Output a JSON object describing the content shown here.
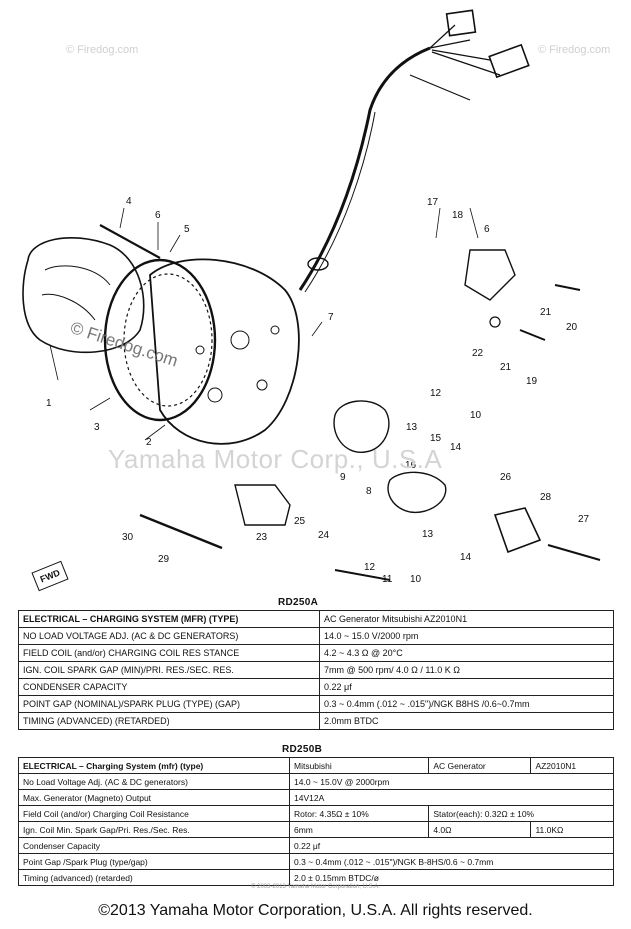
{
  "watermarks": {
    "site": "© Firedog.com",
    "corner_site": "© Firedog.com",
    "center": "Yamaha Motor Corp., U.S.A",
    "diagonal_site": "© Firedog.com"
  },
  "callouts": [
    "1",
    "2",
    "3",
    "4",
    "5",
    "6",
    "7",
    "8",
    "9",
    "10",
    "11",
    "12",
    "13",
    "14",
    "15",
    "16",
    "17",
    "18",
    "19",
    "20",
    "21",
    "22",
    "23",
    "24",
    "25",
    "26",
    "27",
    "28",
    "29",
    "30"
  ],
  "callout_labels": {
    "c4": "4",
    "c6": "6",
    "c5": "5",
    "c17": "17",
    "c18": "18",
    "c6b": "6",
    "c7": "7",
    "c21a": "21",
    "c20": "20",
    "c22": "22",
    "c21b": "21",
    "c19": "19",
    "c1": "1",
    "c3": "3",
    "c2": "2",
    "c12a": "12",
    "c10a": "10",
    "c13a": "13",
    "c15": "15",
    "c14a": "14",
    "c9": "9",
    "c16": "16",
    "c8": "8",
    "c13b": "13",
    "c14b": "14",
    "c26": "26",
    "c28": "28",
    "c27": "27",
    "c30": "30",
    "c25": "25",
    "c24": "24",
    "c23": "23",
    "c29": "29",
    "c12b": "12",
    "c11": "11",
    "c10b": "10"
  },
  "badge": "FWD",
  "table_a": {
    "model": "RD250A",
    "rows": [
      {
        "param": "ELECTRICAL – CHARGING SYSTEM (MFR) (TYPE)",
        "value": "AC Generator   Mitsubishi   AZ2010N1"
      },
      {
        "param": "NO LOAD VOLTAGE ADJ. (AC & DC GENERATORS)",
        "value": "14.0 ~ 15.0 V/2000 rpm"
      },
      {
        "param": "FIELD COIL (and/or) CHARGING COIL RES STANCE",
        "value": "4.2 ~ 4.3 Ω @ 20°C"
      },
      {
        "param": "IGN. COIL SPARK GAP (MIN)/PRI. RES./SEC. RES.",
        "value": "7mm @ 500 rpm/ 4.0 Ω / 11.0 K Ω"
      },
      {
        "param": "CONDENSER CAPACITY",
        "value": "0.22 μf"
      },
      {
        "param": "POINT GAP (NOMINAL)/SPARK PLUG (TYPE) (GAP)",
        "value": "0.3 ~ 0.4mm (.012 ~ .015\")/NGK B8HS /0.6~0.7mm"
      },
      {
        "param": "TIMING (ADVANCED) (RETARDED)",
        "value": "2.0mm BTDC"
      }
    ]
  },
  "table_b": {
    "model": "RD250B",
    "rows": [
      {
        "param": "ELECTRICAL – Charging System (mfr) (type)",
        "v1": "Mitsubishi",
        "v2": "AC Generator",
        "v3": "AZ2010N1"
      },
      {
        "param": "No Load Voltage Adj. (AC & DC generators)",
        "v1": "14.0 ~ 15.0V @ 2000rpm",
        "v2": "",
        "v3": ""
      },
      {
        "param": "Max. Generator (Magneto) Output",
        "v1": "14V12A",
        "v2": "",
        "v3": ""
      },
      {
        "param": "Field Coil (and/or) Charging Coil Resistance",
        "v1": "Rotor: 4.35Ω ± 10%",
        "v2": "Stator(each): 0.32Ω ± 10%",
        "v3": ""
      },
      {
        "param": "Ign. Coil Min. Spark Gap/Pri. Res./Sec. Res.",
        "v1": "6mm",
        "v2": "4.0Ω",
        "v3": "11.0KΩ"
      },
      {
        "param": "Condenser Capacity",
        "v1": "0.22 μf",
        "v2": "",
        "v3": ""
      },
      {
        "param": "Point Gap /Spark Plug (type/gap)",
        "v1": "0.3 ~ 0.4mm (.012 ~ .015\")/NGK B-8HS/0.6 ~ 0.7mm",
        "v2": "",
        "v3": ""
      },
      {
        "param": "Timing (advanced) (retarded)",
        "v1": "2.0 ± 0.15mm BTDC/ø",
        "v2": "",
        "v3": ""
      }
    ]
  },
  "footer": {
    "small_copyright": "© 2003-2013 Yamaha Motor Corporation, U.S.A.",
    "copyright": "©2013 Yamaha Motor Corporation, U.S.A. All rights reserved."
  }
}
